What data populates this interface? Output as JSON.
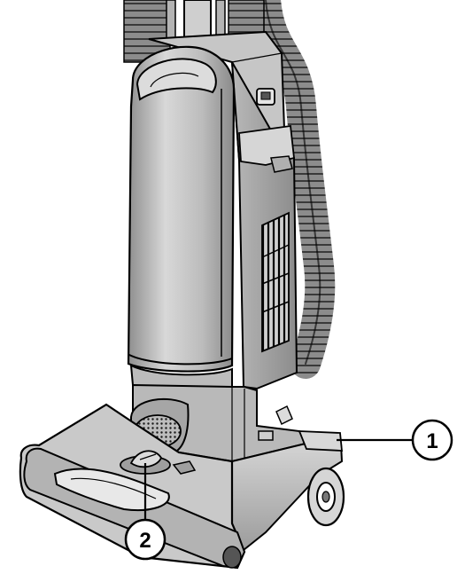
{
  "callouts": [
    {
      "id": "1",
      "label": "1"
    },
    {
      "id": "2",
      "label": "2"
    }
  ],
  "colors": {
    "ink": "#000000",
    "body_light": "#cfcfcf",
    "body_mid": "#a9a9a9",
    "body_dark": "#7d7d7d",
    "background": "#ffffff"
  }
}
